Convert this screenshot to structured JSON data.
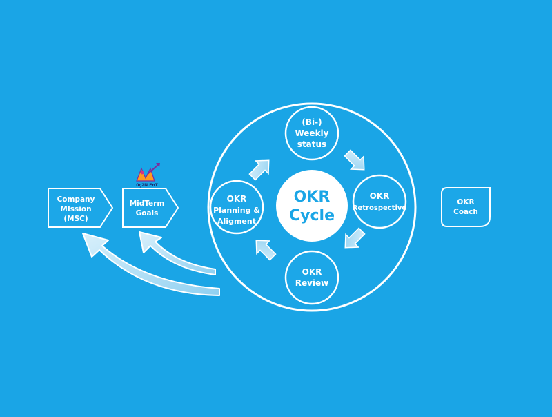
{
  "colors": {
    "background": "#1aa5e6",
    "node_fill": "#1ca7e8",
    "line": "#ffffff",
    "arrow_fill": "#a9dcf5",
    "center_text": "#1aa5e6"
  },
  "cycle": {
    "center": [
      "OKR",
      "Cycle"
    ],
    "weekly_status": [
      "(Bi-)",
      "Weekly",
      "status"
    ],
    "retrospective": [
      "OKR",
      "Retrospective"
    ],
    "review": [
      "OKR",
      "Review"
    ],
    "planning": [
      "OKR",
      "Planning &",
      "Aligment"
    ]
  },
  "side_boxes": {
    "company_mission": [
      "Company",
      "MIssion",
      "(MSC)"
    ],
    "midterm_goals": [
      "MidTerm",
      "Goals"
    ],
    "okr_coach": [
      "OKR",
      "Coach"
    ]
  },
  "logo": {
    "text": "0ç2N EnT",
    "icon": "rocket-logo-icon"
  }
}
